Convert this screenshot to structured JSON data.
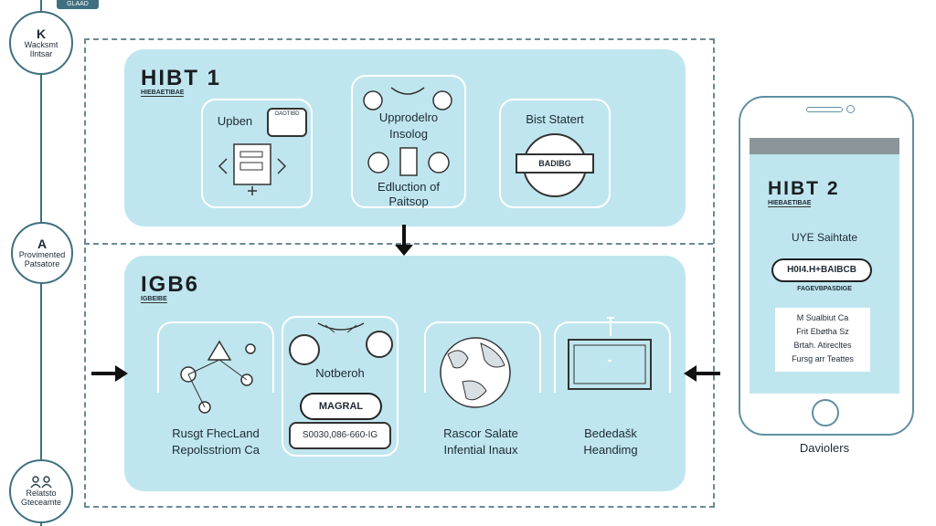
{
  "top_tag": "GLAAD",
  "timeline": {
    "node1": {
      "letter": "K",
      "line1": "Wacksmt",
      "line2": "Ilntsar"
    },
    "node2": {
      "letter": "A",
      "line1": "Provimented",
      "line2": "Patsatore"
    },
    "node3": {
      "line1": "Relatsto",
      "line2": "Gteceamte"
    }
  },
  "panel1": {
    "title": "HIBT 1",
    "subtitle": "HIEBAETIBAE",
    "cards": [
      {
        "label": "Upben",
        "bubble": "OAOTIBD"
      },
      {
        "label_top1": "Upprodelro",
        "label_top2": "Insolog",
        "label_bot1": "Edluction of",
        "label_bot2": "Paitsop"
      },
      {
        "label": "Bist Statert",
        "badge": "BADIBG"
      }
    ]
  },
  "panel2": {
    "title": "IGB6",
    "subtitle": "IGBEIBE",
    "cards": [
      {
        "label1": "Rusgt FhecLand",
        "label2": "Repolsstriom Ca"
      },
      {
        "label_top": "Notberoh",
        "pill": "MAGRAL",
        "code": "S0030,086-660-IG"
      },
      {
        "label1": "Rascor Salate",
        "label2": "Infential Inaux"
      },
      {
        "label1": "Bededašk",
        "label2": "Heandimg"
      }
    ]
  },
  "phone": {
    "title": "HIBT 2",
    "subtitle": "HIEBAETIBAE",
    "line": "UYE Saihtate",
    "pill": "H0I4.H+BAIBCB",
    "caption": "FAGEVBPASDIGE",
    "box": [
      "M Sualbiut Ca",
      "Frit Ebøtha Sz",
      "Brtah. Atirecltes",
      "Fursg arr Teattes"
    ],
    "label": "Daviolers"
  }
}
